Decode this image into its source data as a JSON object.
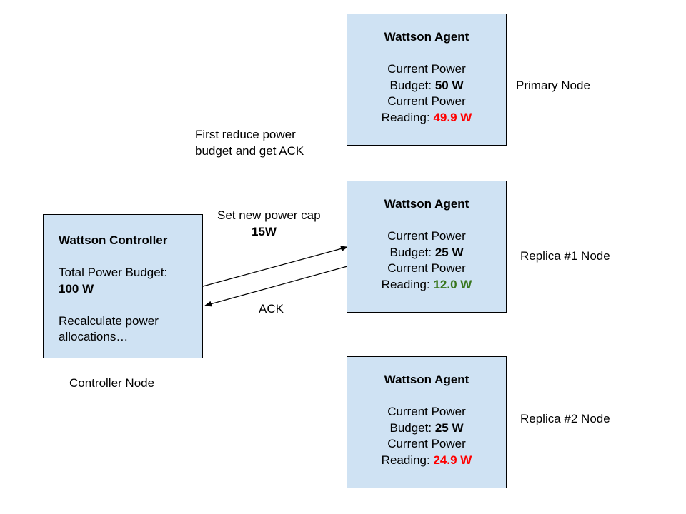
{
  "colors": {
    "box_fill": "#cfe2f3",
    "over_reading": "#ff0000",
    "under_reading": "#38761d"
  },
  "agents": [
    {
      "title": "Wattson Agent",
      "budget_prefix_1": "Current Power",
      "budget_prefix_2": "Budget: ",
      "budget_value": "50 W",
      "reading_prefix_1": "Current Power",
      "reading_prefix_2": "Reading: ",
      "reading_value": "49.9 W",
      "reading_color": "#ff0000",
      "node_label": "Primary Node"
    },
    {
      "title": "Wattson Agent",
      "budget_prefix_1": "Current Power",
      "budget_prefix_2": "Budget: ",
      "budget_value": "25 W",
      "reading_prefix_1": "Current Power",
      "reading_prefix_2": "Reading: ",
      "reading_value": "12.0 W",
      "reading_color": "#38761d",
      "node_label": "Replica #1 Node"
    },
    {
      "title": "Wattson Agent",
      "budget_prefix_1": "Current Power",
      "budget_prefix_2": "Budget: ",
      "budget_value": "25 W",
      "reading_prefix_1": "Current Power",
      "reading_prefix_2": "Reading: ",
      "reading_value": "24.9 W",
      "reading_color": "#ff0000",
      "node_label": "Replica #2 Node"
    }
  ],
  "controller": {
    "title": "Wattson Controller",
    "budget_label": "Total Power Budget:",
    "budget_value": "100 W",
    "action_line_1": "Recalculate power",
    "action_line_2": "allocations…",
    "node_label": "Controller Node"
  },
  "annotations": {
    "first_reduce_line_1": "First reduce power",
    "first_reduce_line_2": "budget and get ACK",
    "set_cap_line_1": "Set new power cap",
    "set_cap_value": "15W",
    "ack": "ACK"
  }
}
